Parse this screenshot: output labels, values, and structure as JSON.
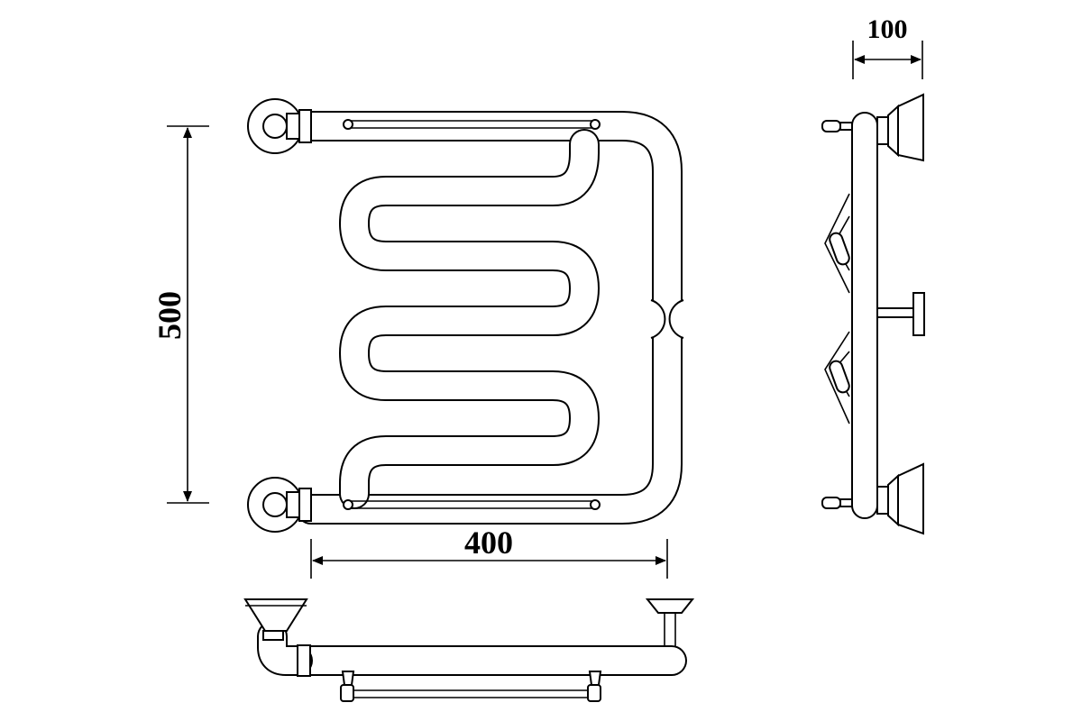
{
  "drawing": {
    "dimensions": {
      "height_label": "500",
      "width_label": "400",
      "depth_label": "100"
    }
  }
}
